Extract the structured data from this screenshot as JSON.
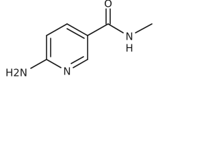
{
  "molecule": {
    "atom_labels": {
      "carbonyl_oxygen": "O",
      "amide_nitrogen": "N",
      "amide_hydrogen": "H",
      "ring_nitrogen": "N",
      "amino_group": "H2N"
    }
  }
}
